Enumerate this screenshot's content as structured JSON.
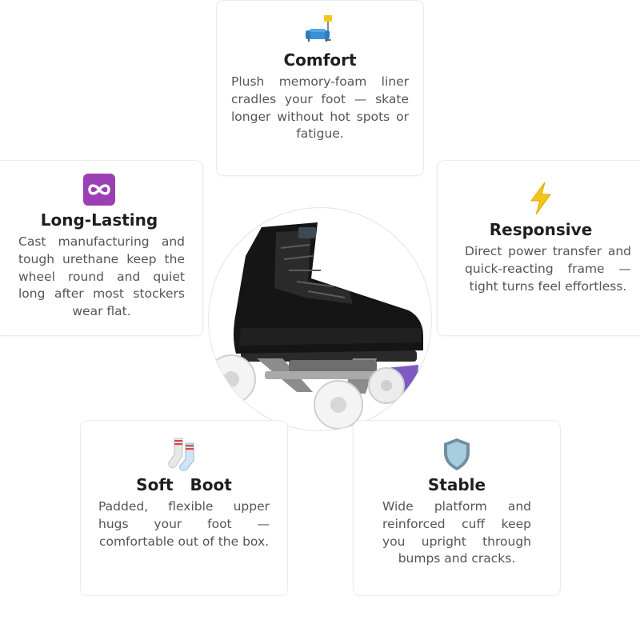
{
  "product": {
    "image_alt": "Black leather roller skate with white wheels and purple toe stop"
  },
  "features": {
    "comfort": {
      "icon": "couch-and-lamp-icon",
      "title": "Comfort",
      "desc": "Plush memory-foam liner cradles your foot — skate longer without hot spots or fatigue."
    },
    "lasting": {
      "icon": "infinity-icon",
      "title": "Long-Lasting",
      "desc": "Cast manufacturing and tough urethane keep the wheel round and quiet long after most stockers wear flat."
    },
    "responsive": {
      "icon": "high-voltage-icon",
      "title": "Responsive",
      "desc": "Direct power transfer and quick-reacting frame — tight turns feel effortless."
    },
    "soft_boot": {
      "icon": "socks-icon",
      "title": "Soft Boot",
      "desc": "Padded, flexible upper hugs your foot — comfortable out of the box."
    },
    "stable": {
      "icon": "shield-icon",
      "title": "Stable",
      "desc": "Wide platform and reinforced cuff keep you upright through bumps and cracks."
    }
  },
  "colors": {
    "infinity_bg": "#9b3fb5",
    "bolt": "#f5c518",
    "shield": "#8fb7cc",
    "sofa": "#3b8fd6",
    "sock_stripe": "#d9483b",
    "toe_stop": "#7e5bc2"
  }
}
